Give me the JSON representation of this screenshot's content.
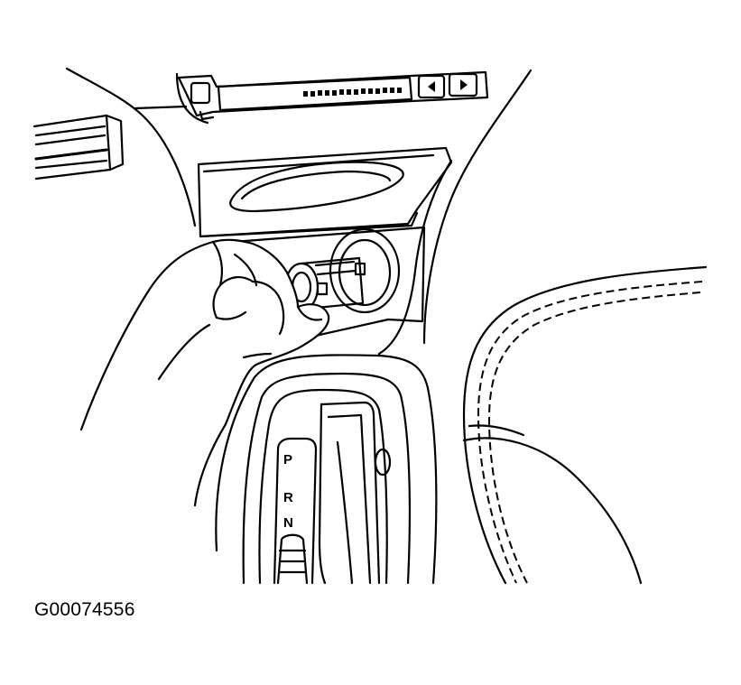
{
  "figure": {
    "code": "G00074556"
  },
  "shift_indicator": {
    "letters": [
      "P",
      "R",
      "N"
    ]
  },
  "colors": {
    "ink": "#000000",
    "paper": "#ffffff"
  }
}
